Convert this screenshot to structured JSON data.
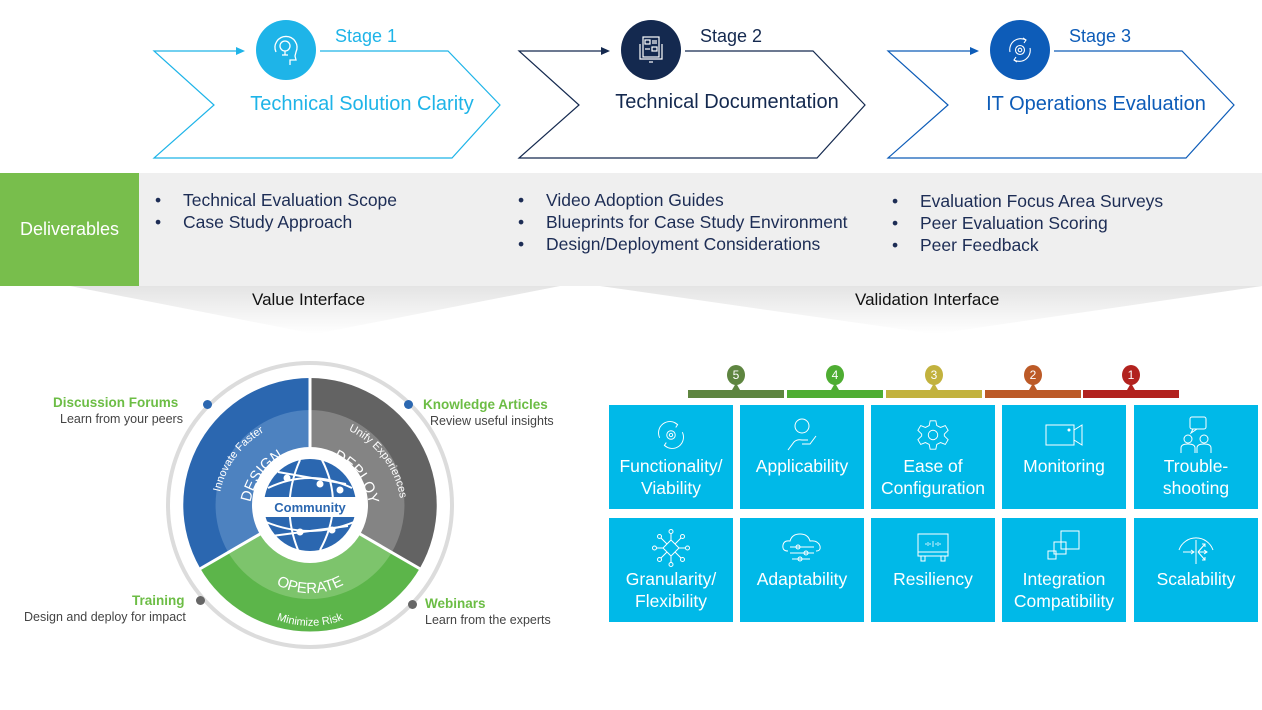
{
  "stages": [
    {
      "label": "Stage 1",
      "title": "Technical Solution Clarity",
      "icon": "lightbulb-head-icon",
      "color": "#1eb4e8"
    },
    {
      "label": "Stage 2",
      "title": "Technical Documentation",
      "icon": "document-monitor-icon",
      "color": "#14294f"
    },
    {
      "label": "Stage 3",
      "title": "IT Operations Evaluation",
      "icon": "gear-cycle-icon",
      "color": "#0d5cb8"
    }
  ],
  "deliverables": {
    "label": "Deliverables",
    "columns": [
      [
        "Technical Evaluation Scope",
        "Case Study Approach"
      ],
      [
        "Video Adoption Guides",
        "Blueprints for Case Study Environment",
        "Design/Deployment Considerations"
      ],
      [
        "Evaluation Focus Area Surveys",
        "Peer Evaluation Scoring",
        "Peer Feedback"
      ]
    ]
  },
  "interfaces": {
    "value": "Value Interface",
    "validation": "Validation Interface"
  },
  "wheel": {
    "center": "Community",
    "segments": [
      {
        "name": "DESIGN",
        "tagline": "Innovate Faster"
      },
      {
        "name": "DEPLOY",
        "tagline": "Unify Experiences"
      },
      {
        "name": "OPERATE",
        "tagline": "Minimize Risk"
      }
    ],
    "channels": [
      {
        "title": "Discussion Forums",
        "subtitle": "Learn from your peers"
      },
      {
        "title": "Knowledge Articles",
        "subtitle": "Review useful insights"
      },
      {
        "title": "Training",
        "subtitle": "Design and deploy for impact"
      },
      {
        "title": "Webinars",
        "subtitle": "Learn from the experts"
      }
    ]
  },
  "scale": [
    {
      "value": "5",
      "color": "#5e8540"
    },
    {
      "value": "4",
      "color": "#4ead32"
    },
    {
      "value": "3",
      "color": "#c2b23e"
    },
    {
      "value": "2",
      "color": "#bc5a27"
    },
    {
      "value": "1",
      "color": "#b2221e"
    }
  ],
  "criteria": [
    {
      "label": "Functionality/\nViability",
      "icon": "gear-cycle-icon"
    },
    {
      "label": "Applicability",
      "icon": "hand-person-icon"
    },
    {
      "label": "Ease of\nConfiguration",
      "icon": "gear-icon"
    },
    {
      "label": "Monitoring",
      "icon": "video-camera-icon"
    },
    {
      "label": "Trouble-\nshooting",
      "icon": "people-chat-icon"
    },
    {
      "label": "Granularity/\nFlexibility",
      "icon": "network-hub-icon"
    },
    {
      "label": "Adaptability",
      "icon": "cloud-sliders-icon"
    },
    {
      "label": "Resiliency",
      "icon": "server-appliance-icon"
    },
    {
      "label": "Integration\nCompatibility",
      "icon": "stacked-squares-icon"
    },
    {
      "label": "Scalability",
      "icon": "scale-arrows-icon"
    }
  ]
}
